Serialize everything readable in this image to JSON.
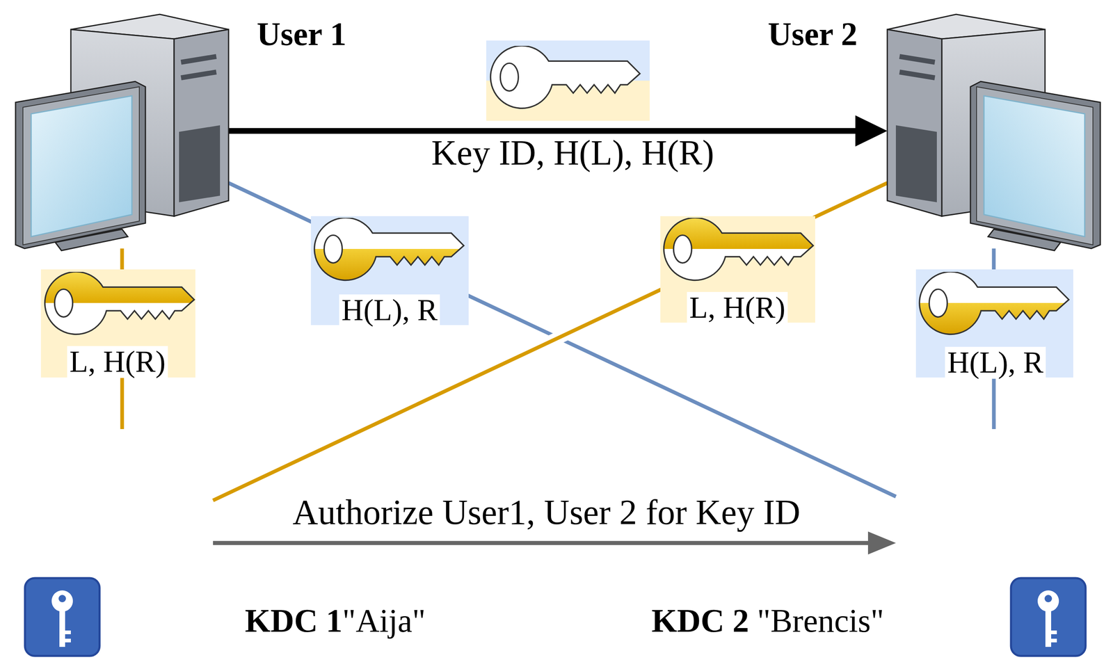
{
  "diagram": {
    "nodes": [
      {
        "text": [
          "User 1"
        ]
      },
      {
        "text": [
          "User 2"
        ]
      },
      {
        "text": [
          "KDC 1",
          "\"Aija\""
        ]
      },
      {
        "text": [
          "KDC 2",
          "\"Brencis\""
        ]
      }
    ],
    "edges": [
      {
        "from": 0,
        "to": 1,
        "arrow": "to",
        "label": "Key ID, H(L), H(R)"
      },
      {
        "from": 2,
        "to": 0,
        "arrow": "none",
        "label": "L, H(R)"
      },
      {
        "from": 3,
        "to": 0,
        "arrow": "none",
        "label": "H(L), R"
      },
      {
        "from": 2,
        "to": 1,
        "arrow": "none",
        "label": "L, H(R)"
      },
      {
        "from": 3,
        "to": 1,
        "arrow": "none",
        "label": "H(L), R"
      },
      {
        "from": 2,
        "to": 3,
        "arrow": "to",
        "label": "Authorize User1, User 2 for Key ID"
      }
    ]
  }
}
